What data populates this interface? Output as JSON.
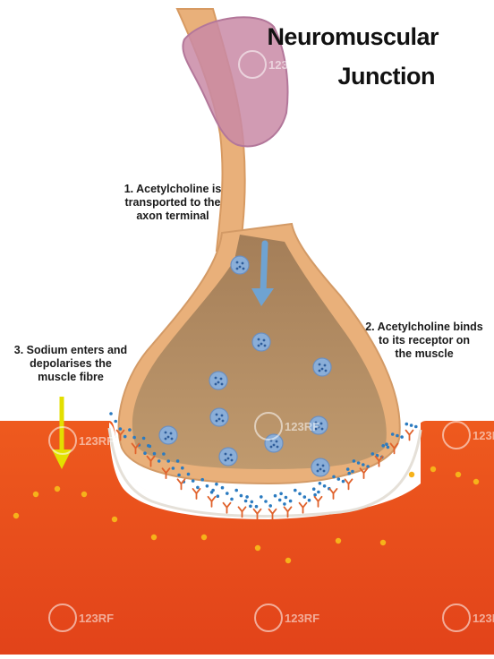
{
  "title": [
    "Neuromuscular",
    "Junction"
  ],
  "labels": {
    "step1": [
      "1.  Acetylcholine is",
      "transported to the",
      "axon terminal"
    ],
    "step2": [
      "2.  Acetylcholine binds",
      "to its receptor on",
      "the muscle"
    ],
    "step3": [
      "3.  Sodium enters and",
      "depolarises the",
      "muscle fibre"
    ]
  },
  "watermark": "123RF",
  "colors": {
    "muscle": "#e84a1c",
    "axon": "#e9b07a",
    "terminal": "#b58c62",
    "myelin": "#c48aa8",
    "vesicle": "#8aaed8",
    "acetylcholine": "#2b7bc0",
    "sodium": "#f6b21a",
    "arrow": "#e8e000",
    "receptor": "#e0622c"
  }
}
